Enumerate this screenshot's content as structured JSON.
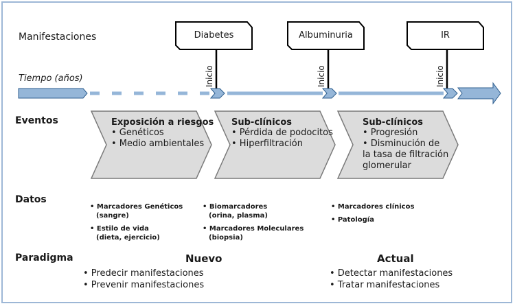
{
  "colors": {
    "frame": "#9db7d6",
    "timeline": "#95b6d8",
    "timeline_stroke": "#2f5f8f",
    "chevron_fill": "#dcdcdc",
    "chevron_stroke": "#7a7a7a"
  },
  "rows": {
    "manifestaciones": "Manifestaciones",
    "tiempo": "Tiempo (años)",
    "eventos": "Eventos",
    "datos": "Datos",
    "paradigma": "Paradigma"
  },
  "manifestations": [
    {
      "label": "Diabetes",
      "onset": "Inicio"
    },
    {
      "label": "Albuminuria",
      "onset": "Inicio"
    },
    {
      "label": "IR",
      "onset": "Inicio"
    }
  ],
  "events": [
    {
      "title": "Exposición a riesgos",
      "items": [
        "• Genéticos",
        "• Medio ambientales"
      ]
    },
    {
      "title": "Sub-clínicos",
      "items": [
        "• Pérdida de podocitos",
        "• Hiperfiltración"
      ]
    },
    {
      "title": "Sub-clínicos",
      "items": [
        "• Progresión",
        "• Disminución de",
        "la tasa de filtración",
        "glomerular"
      ]
    }
  ],
  "data_columns": [
    {
      "items": [
        {
          "line1": "• Marcadores Genéticos",
          "line2": "(sangre)"
        },
        {
          "line1": "• Estilo de vida",
          "line2": "(dieta, ejercicio)"
        }
      ]
    },
    {
      "items": [
        {
          "line1": "• Biomarcadores",
          "line2": "(orina, plasma)"
        },
        {
          "line1": "• Marcadores Moleculares",
          "line2": "(biopsia)"
        }
      ]
    },
    {
      "items": [
        {
          "line1": "• Marcadores clínicos",
          "line2": ""
        },
        {
          "line1": "• Patología",
          "line2": ""
        }
      ]
    }
  ],
  "paradigms": [
    {
      "title": "Nuevo",
      "items": [
        "• Predecir manifestaciones",
        "• Prevenir manifestaciones"
      ]
    },
    {
      "title": "Actual",
      "items": [
        "• Detectar manifestaciones",
        "• Tratar manifestaciones"
      ]
    }
  ]
}
